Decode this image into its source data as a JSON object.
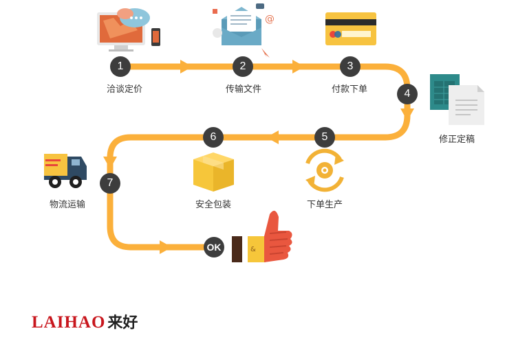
{
  "steps": [
    {
      "number": "1",
      "label": "洽谈定价",
      "icon": "computer-chat-icon"
    },
    {
      "number": "2",
      "label": "传输文件",
      "icon": "email-envelope-icon"
    },
    {
      "number": "3",
      "label": "付款下单",
      "icon": "credit-card-icon"
    },
    {
      "number": "4",
      "label": "修正定稿",
      "icon": "document-spreadsheet-icon"
    },
    {
      "number": "5",
      "label": "下单生产",
      "icon": "gear-cycle-icon"
    },
    {
      "number": "6",
      "label": "安全包装",
      "icon": "package-box-icon"
    },
    {
      "number": "7",
      "label": "物流运输",
      "icon": "delivery-truck-icon"
    },
    {
      "number": "OK",
      "label": "",
      "icon": "thumbs-up-icon"
    }
  ],
  "logo": {
    "latin": "LAIHAO",
    "chinese": "来好"
  },
  "colors": {
    "flow_line": "#fbb03b",
    "badge": "#3d3d3d",
    "logo_red": "#c8161d"
  }
}
